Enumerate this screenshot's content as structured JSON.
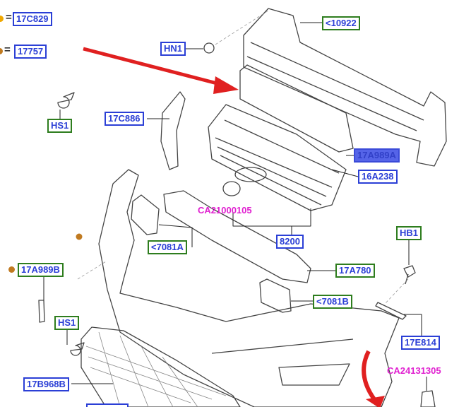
{
  "legend": [
    {
      "symbol": "=",
      "part": "17C829",
      "dot_color": "#f0a800"
    },
    {
      "symbol": "=",
      "part": "17757",
      "dot_color": "#c07a20"
    }
  ],
  "labels": {
    "l10922": "<10922",
    "hn1": "HN1",
    "hs1_top": "HS1",
    "l17c886": "17C886",
    "l17a989a": "17A989A",
    "l16a238": "16A238",
    "ca21000105": "CA21000105",
    "l7081a": "<7081A",
    "l8200": "8200",
    "hb1": "HB1",
    "l17a989b": "17A989B",
    "l17a780": "17A780",
    "l7081b": "<7081B",
    "hs1_bottom": "HS1",
    "l17e814": "17E814",
    "ca24131305": "CA24131305",
    "l17b968b": "17B968B"
  },
  "colors": {
    "label_blue": "#2b3fd6",
    "label_green": "#2e7d1e",
    "callout_magenta": "#e020d0",
    "arrow_red": "#e02020"
  }
}
